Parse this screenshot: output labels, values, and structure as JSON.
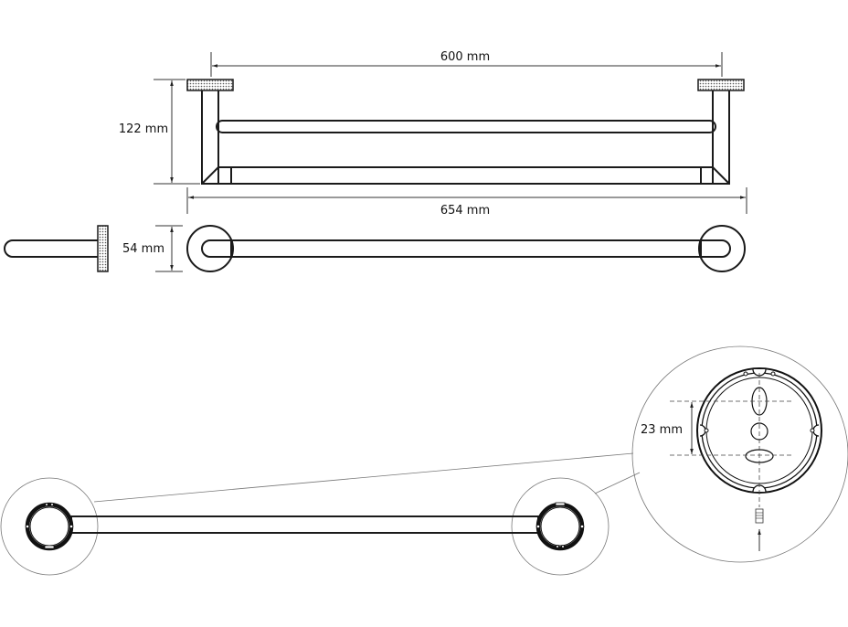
{
  "dimensions": {
    "inner_width": "600 mm",
    "outer_width": "654 mm",
    "height": "122 mm",
    "depth": "54 mm",
    "hole_spacing": "23 mm"
  },
  "colors": {
    "line": "#1a1a1a",
    "hatch": "#555555",
    "background": "#ffffff"
  }
}
